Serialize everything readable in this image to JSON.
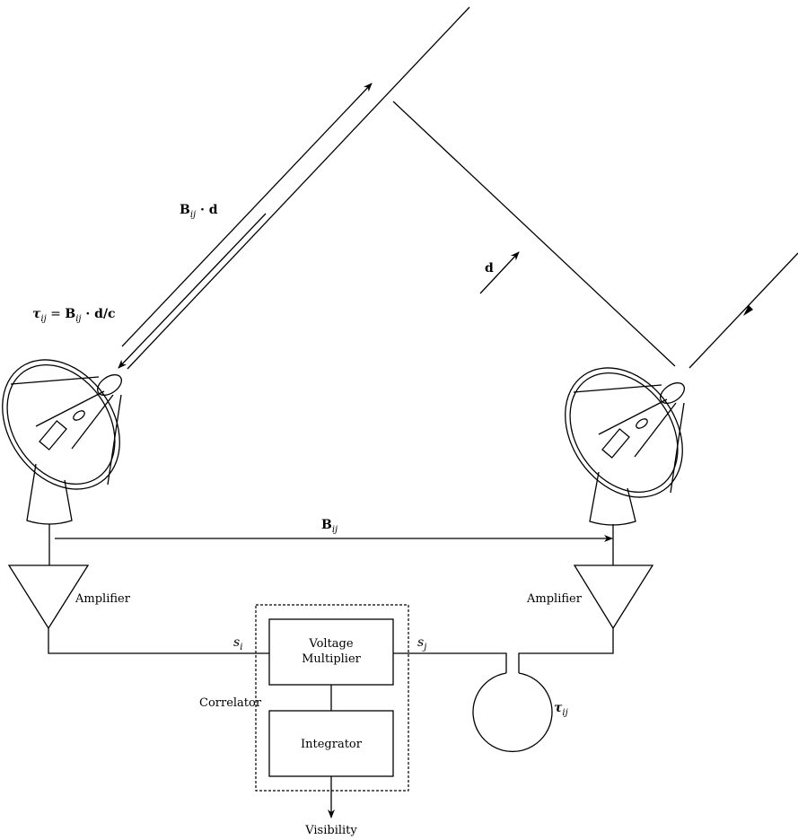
{
  "labels": {
    "amplifier_left": "Amplifier",
    "amplifier_right": "Amplifier",
    "voltage_multiplier_line1": "Voltage",
    "voltage_multiplier_line2": "Multiplier",
    "integrator": "Integrator",
    "correlator": "Correlator",
    "visibility": "Visibility"
  },
  "math": {
    "bij_dot_d": {
      "B": "B",
      "sub": "ij",
      "rest": " · d"
    },
    "tau_eq": {
      "tau": "τ",
      "tau_sub": "ij",
      "eq": " = ",
      "B": "B",
      "B_sub": "ij",
      "rest": " · d/c"
    },
    "d_vector": "d",
    "baseline": {
      "B": "B",
      "sub": "ij"
    },
    "s_i": {
      "s": "s",
      "sub": "i"
    },
    "s_j": {
      "s": "s",
      "sub": "j"
    },
    "tau_delay": {
      "tau": "τ",
      "sub": "ij"
    }
  }
}
